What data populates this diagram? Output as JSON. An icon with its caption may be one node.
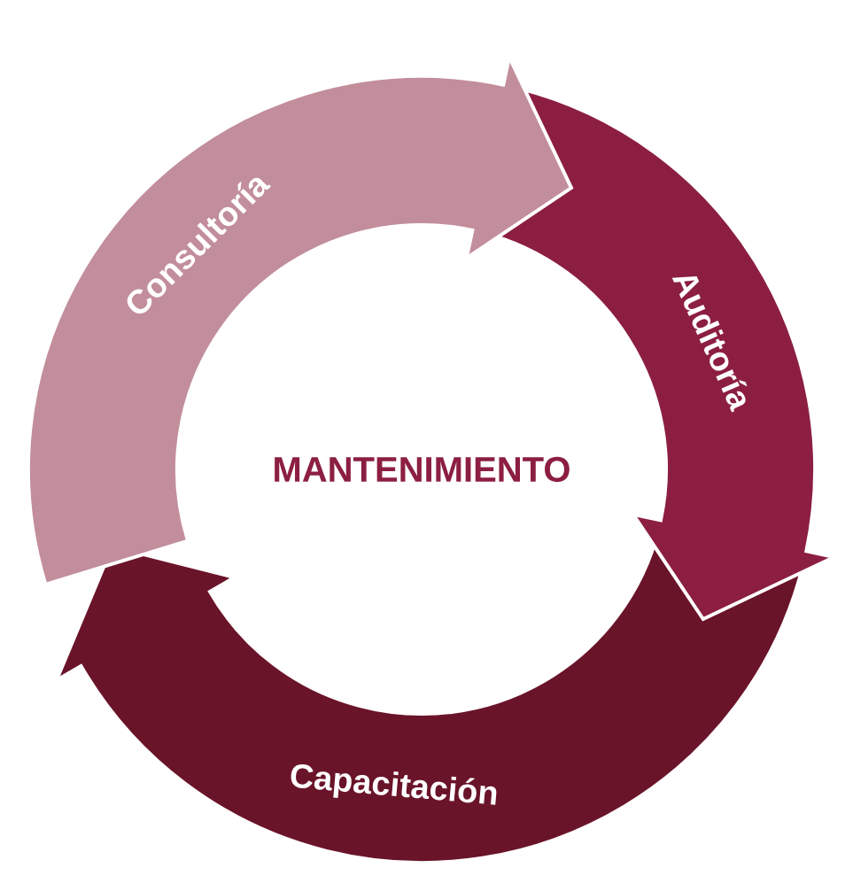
{
  "diagram": {
    "nodes": [
      {
        "text": [
          "MANTENIMIENTO"
        ]
      },
      {
        "text": [
          "Consultoría"
        ]
      },
      {
        "text": [
          "Auditoría"
        ]
      },
      {
        "text": [
          "Capacitación"
        ]
      }
    ]
  }
}
